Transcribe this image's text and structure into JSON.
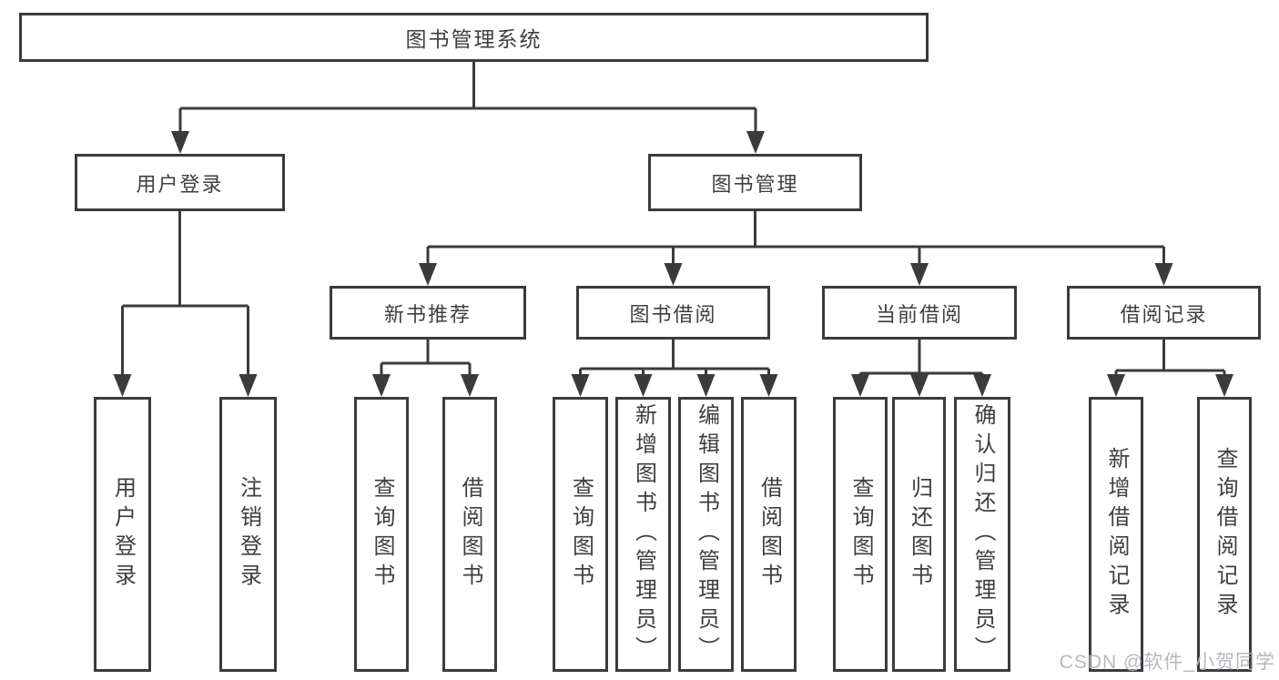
{
  "colors": {
    "line": "#3b3b3b",
    "text": "#3f3f3f",
    "watermark": "#b0b5bd"
  },
  "diagram": {
    "root": {
      "label": "图书管理系统"
    },
    "modules": [
      {
        "label": "用户登录",
        "features": [
          {
            "label": "用户登录"
          },
          {
            "label": "注销登录"
          }
        ]
      },
      {
        "label": "图书管理",
        "submodules": [
          {
            "label": "新书推荐",
            "features": [
              {
                "label": "查询图书"
              },
              {
                "label": "借阅图书"
              }
            ]
          },
          {
            "label": "图书借阅",
            "features": [
              {
                "label": "查询图书"
              },
              {
                "label": "新增图书（管理员）"
              },
              {
                "label": "编辑图书（管理员）"
              },
              {
                "label": "借阅图书"
              }
            ]
          },
          {
            "label": "当前借阅",
            "features": [
              {
                "label": "查询图书"
              },
              {
                "label": "归还图书"
              },
              {
                "label": "确认归还（管理员）"
              }
            ]
          },
          {
            "label": "借阅记录",
            "features": [
              {
                "label": "新增借阅记录"
              },
              {
                "label": "查询借阅记录"
              }
            ]
          }
        ]
      }
    ]
  },
  "watermark": {
    "text": "CSDN @软件_小贺同学"
  }
}
